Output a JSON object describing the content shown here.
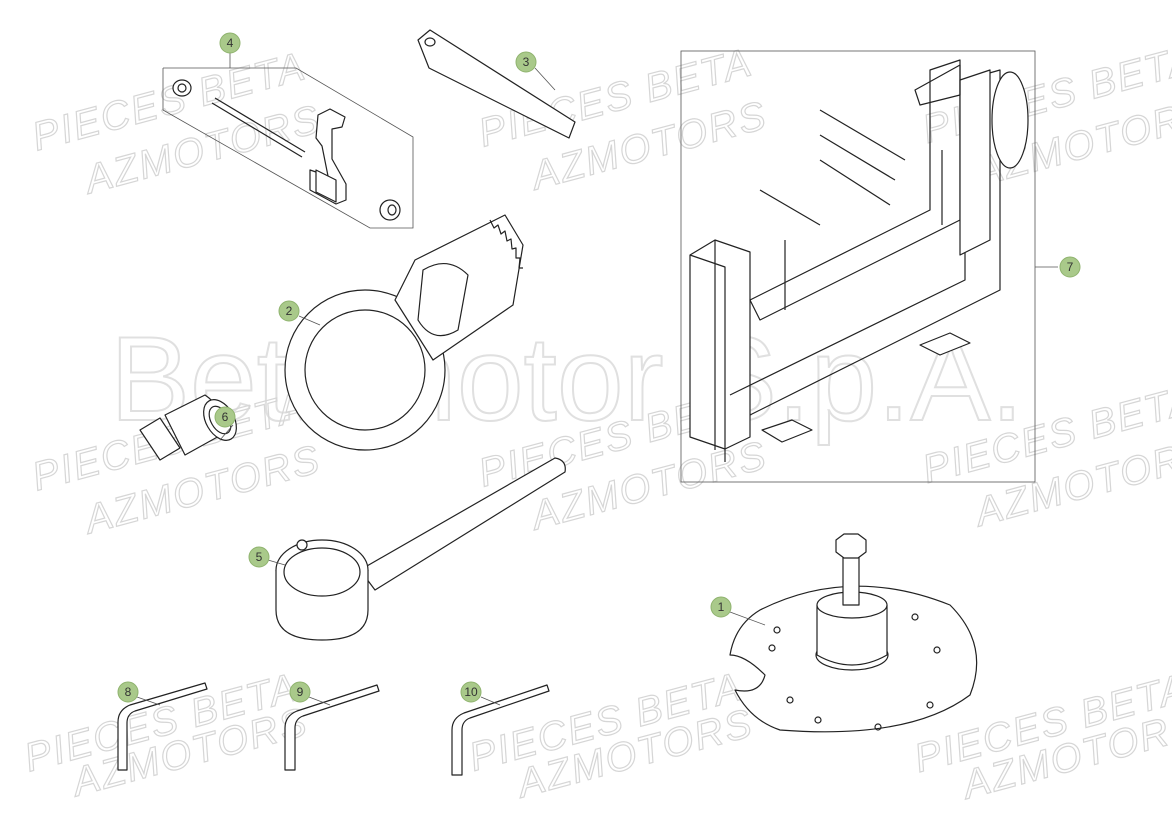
{
  "watermarks": {
    "line1": "PIECES BETA",
    "line2": "AZMOTORS",
    "brand": "Betamotor S.p.A."
  },
  "callouts": [
    {
      "label": "1",
      "part": "flywheel-puller-plate"
    },
    {
      "label": "2",
      "part": "toothed-holding-wrench"
    },
    {
      "label": "3",
      "part": "strap-wrench"
    },
    {
      "label": "4",
      "part": "bracket-kit"
    },
    {
      "label": "5",
      "part": "ring-spanner"
    },
    {
      "label": "6",
      "part": "threaded-puller"
    },
    {
      "label": "7",
      "part": "engine-stand"
    },
    {
      "label": "8",
      "part": "hex-key"
    },
    {
      "label": "9",
      "part": "hex-key"
    },
    {
      "label": "10",
      "part": "hex-key"
    }
  ],
  "colors": {
    "callout_fill": "#a9c98a",
    "line": "#222222",
    "watermark": "#d6d6d6"
  }
}
